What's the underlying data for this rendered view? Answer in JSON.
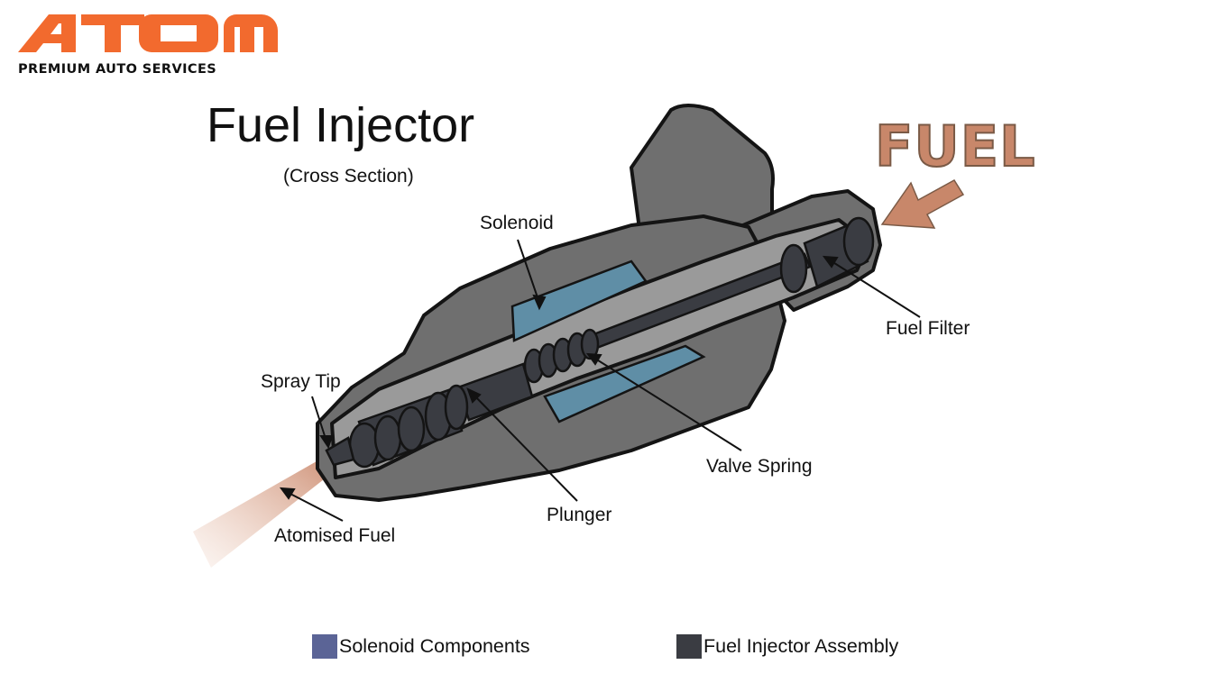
{
  "logo": {
    "brand": "ATOM",
    "tagline": "PREMIUM AUTO SERVICES",
    "color": "#f26a2e"
  },
  "title": "Fuel Injector",
  "subtitle": "(Cross Section)",
  "fuel_word": "FUEL",
  "fuel_color": "#c8876a",
  "labels": {
    "solenoid": "Solenoid",
    "fuel_filter": "Fuel Filter",
    "spray_tip": "Spray Tip",
    "valve_spring": "Valve Spring",
    "plunger": "Plunger",
    "atomised_fuel": "Atomised Fuel"
  },
  "legend": [
    {
      "label": "Solenoid Components",
      "color": "#5b6496"
    },
    {
      "label": "Fuel Injector Assembly",
      "color": "#3a3c42"
    }
  ],
  "colors": {
    "body_gray": "#6f6f6f",
    "section_gray": "#9a9a9a",
    "outline": "#141414",
    "solenoid_blue": "#5f8ea6",
    "dark_parts": "#3a3c42"
  }
}
